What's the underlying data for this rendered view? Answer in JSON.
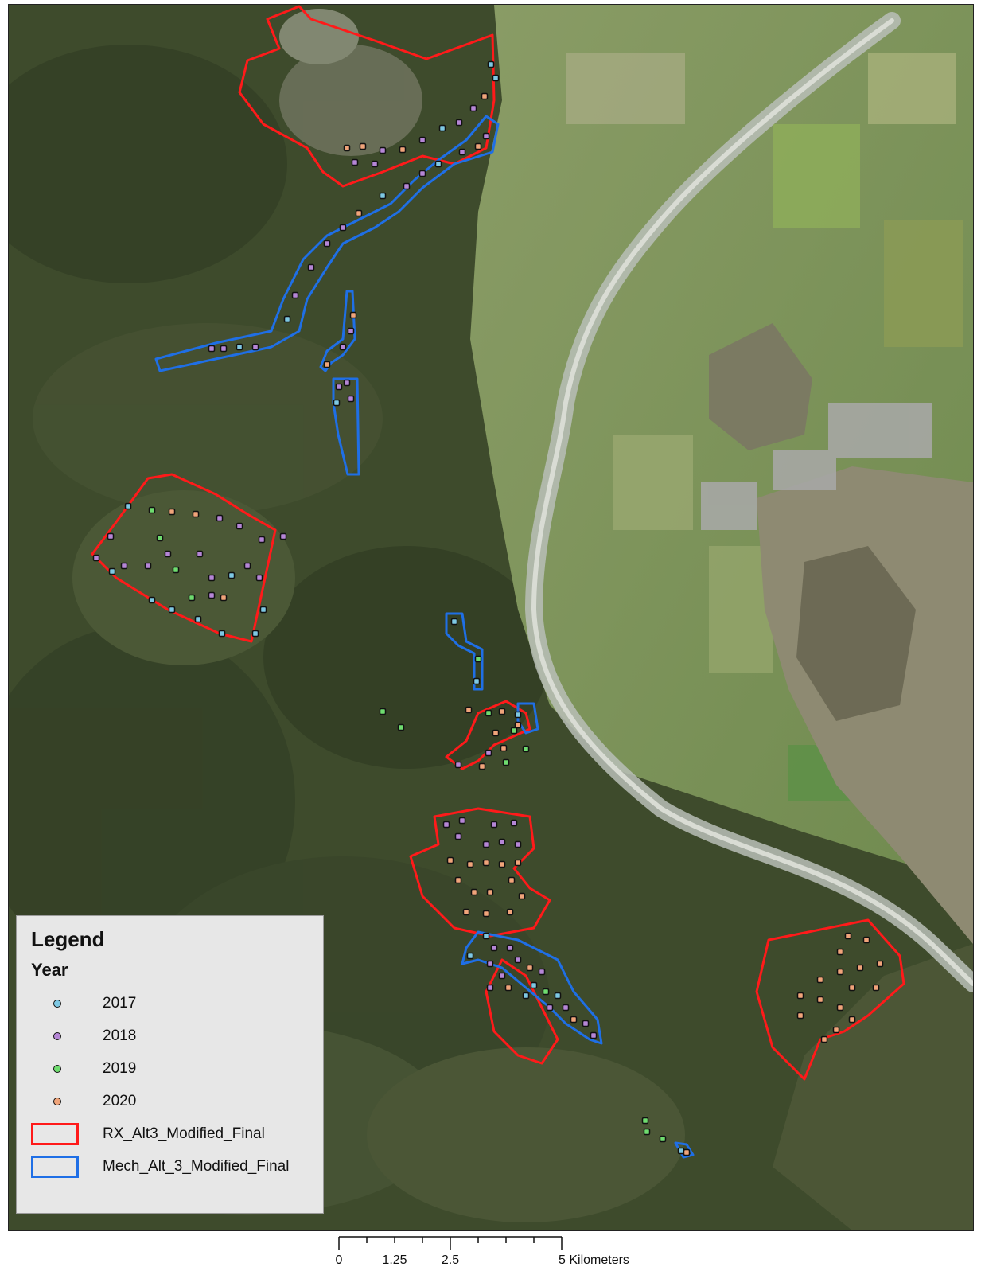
{
  "legend": {
    "title": "Legend",
    "subtitle": "Year",
    "years": [
      {
        "label": "2017",
        "color": "#7ec8e3"
      },
      {
        "label": "2018",
        "color": "#b586d6"
      },
      {
        "label": "2019",
        "color": "#6fdc6f"
      },
      {
        "label": "2020",
        "color": "#f0a47a"
      }
    ],
    "areas": [
      {
        "label": "RX_Alt3_Modified_Final",
        "color": "#ff1a1a"
      },
      {
        "label": "Mech_Alt_3_Modified_Final",
        "color": "#1f6fe6"
      }
    ]
  },
  "scale": {
    "ticks": [
      "0",
      "1.25",
      "2.5",
      "5 Kilometers"
    ]
  },
  "colors": {
    "rx": "#ff1a1a",
    "mech": "#1f6fe6"
  }
}
